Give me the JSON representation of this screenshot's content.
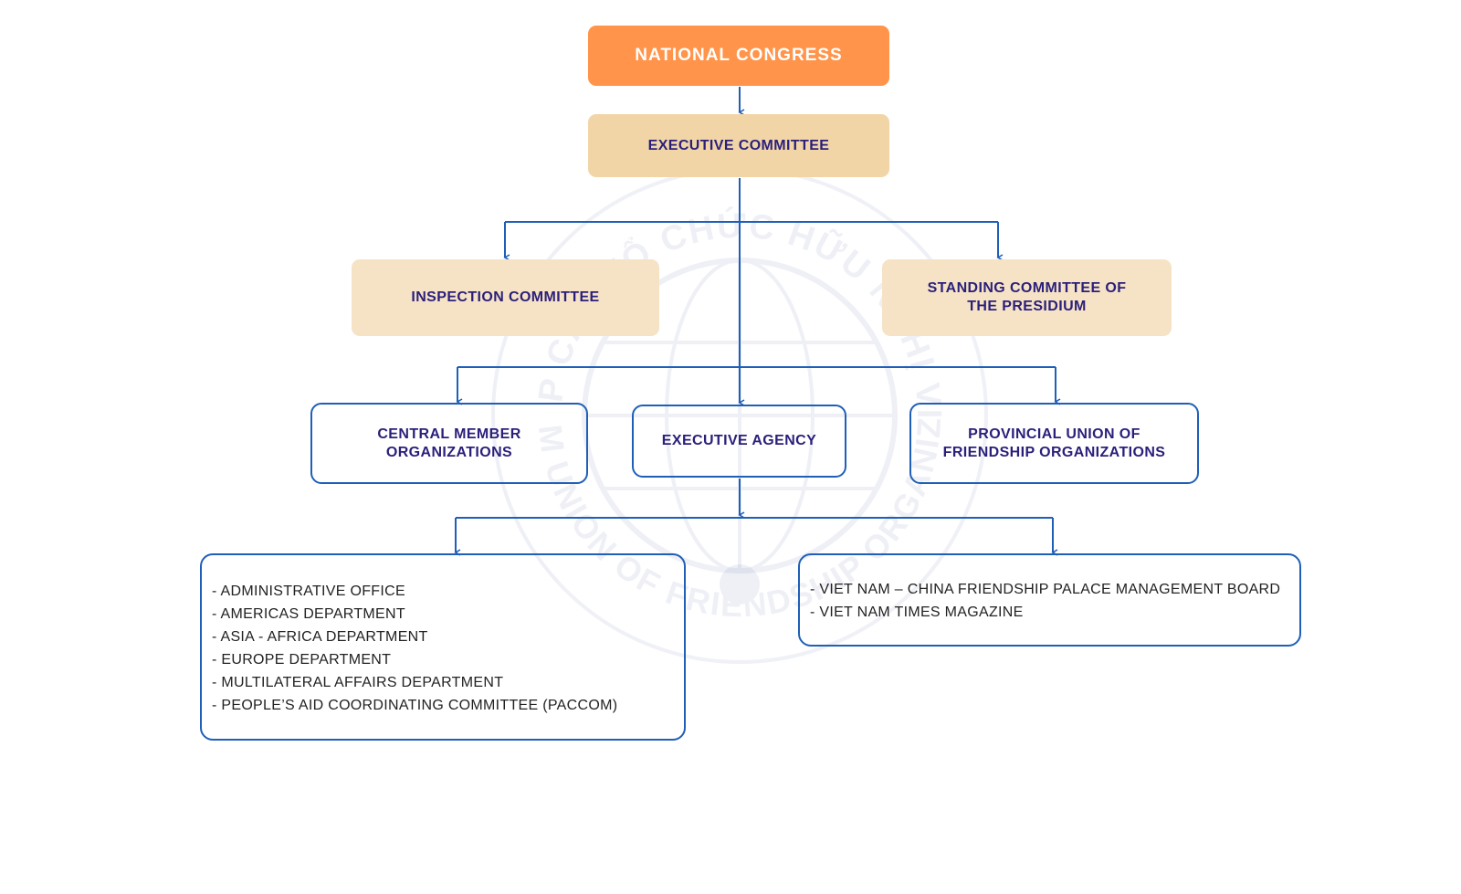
{
  "chart": {
    "nodes": {
      "national_congress": "NATIONAL CONGRESS",
      "executive_committee": "EXECUTIVE COMMITTEE",
      "inspection_committee": "INSPECTION COMMITTEE",
      "standing_committee": "STANDING COMMITTEE OF\nTHE PRESIDIUM",
      "central_member_orgs": "CENTRAL MEMBER\nORGANIZATIONS",
      "executive_agency": "EXECUTIVE AGENCY",
      "provincial_union": "PROVINCIAL UNION OF\nFRIENDSHIP ORGANIZATIONS"
    },
    "departments": [
      "- ADMINISTRATIVE OFFICE",
      "- AMERICAS DEPARTMENT",
      "- ASIA - AFRICA DEPARTMENT",
      "- EUROPE DEPARTMENT",
      "- MULTILATERAL AFFAIRS DEPARTMENT",
      "- PEOPLE’S AID COORDINATING COMMITTEE (PACCOM)"
    ],
    "affiliates": [
      "- VIET NAM – CHINA FRIENDSHIP PALACE MANAGEMENT BOARD",
      "- VIET NAM TIMES MAGAZINE"
    ]
  },
  "watermark": {
    "text_top": "LIÊN HIỆP CÁC TỔ CHỨC HỮU NGHỊ VIỆT NAM",
    "text_bottom": "VIET NAM UNION OF FRIENDSHIP ORGANIZATIONS"
  },
  "colors": {
    "primary_node": "#ff944a",
    "secondary_node": "#f2d5a7",
    "tertiary_node": "#f6e3c6",
    "connector": "#1f5fb8",
    "node_text": "#2a1f7a"
  }
}
